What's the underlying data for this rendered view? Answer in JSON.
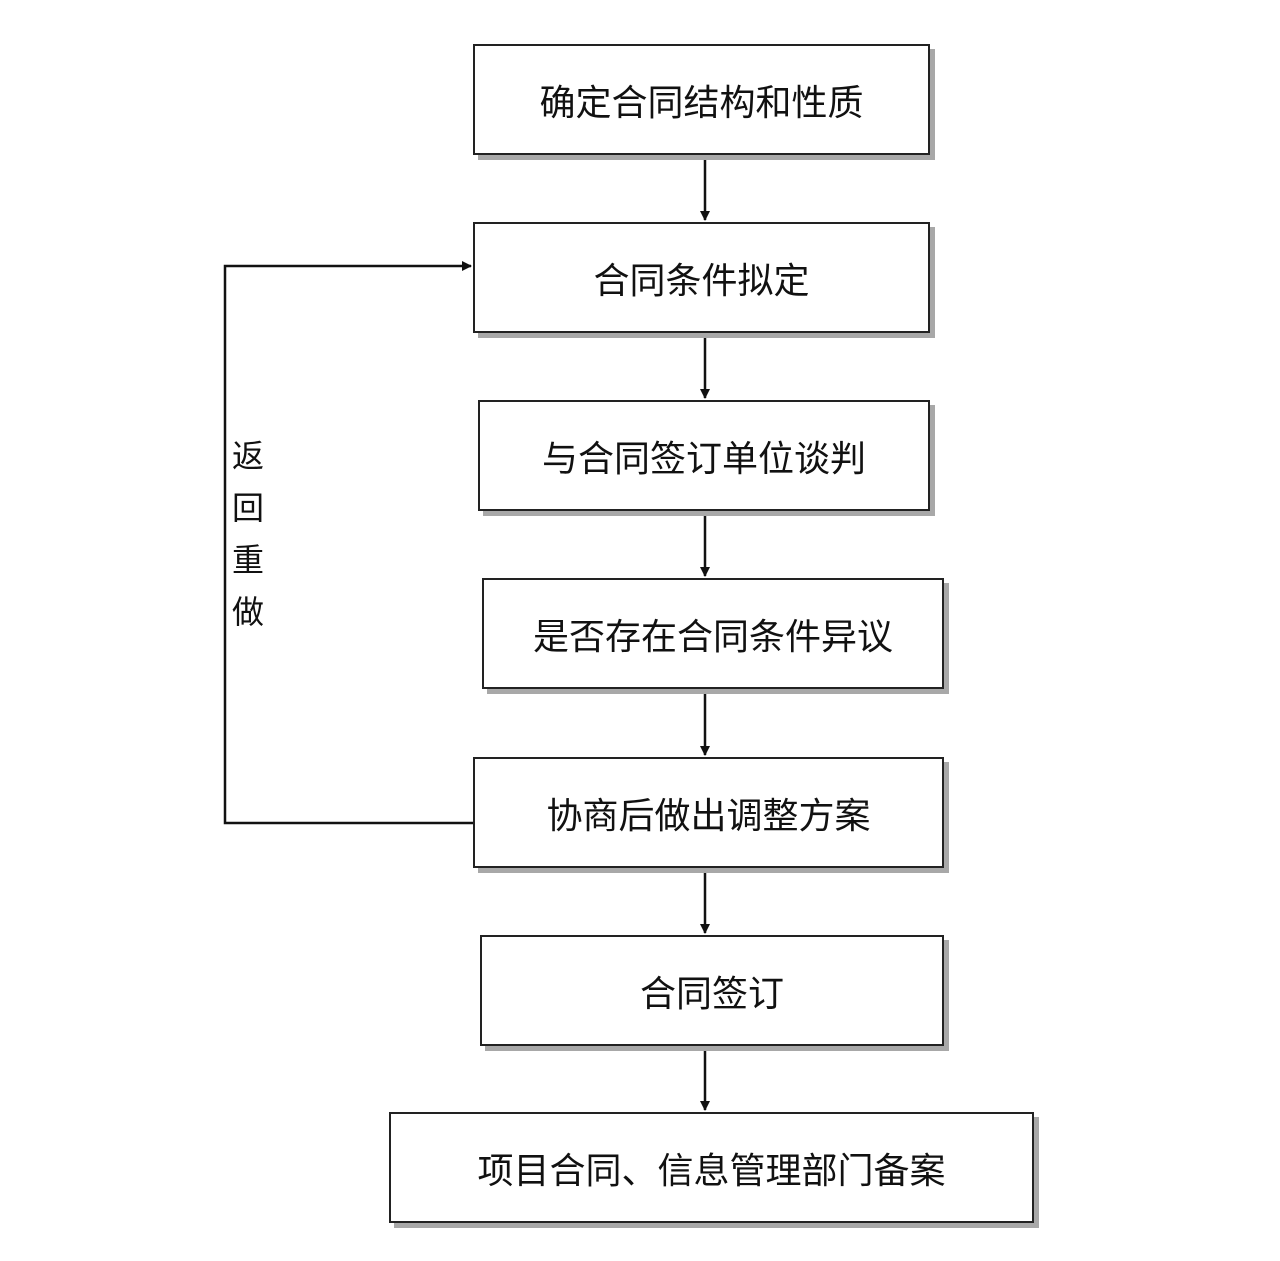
{
  "steps": [
    {
      "label": "确定合同结构和性质"
    },
    {
      "label": "合同条件拟定"
    },
    {
      "label": "与合同签订单位谈判"
    },
    {
      "label": "是否存在合同条件异议"
    },
    {
      "label": "协商后做出调整方案"
    },
    {
      "label": "合同签订"
    },
    {
      "label": "项目合同、信息管理部门备案"
    }
  ],
  "loop": {
    "chars": [
      "返",
      "回",
      "重",
      "做"
    ]
  }
}
